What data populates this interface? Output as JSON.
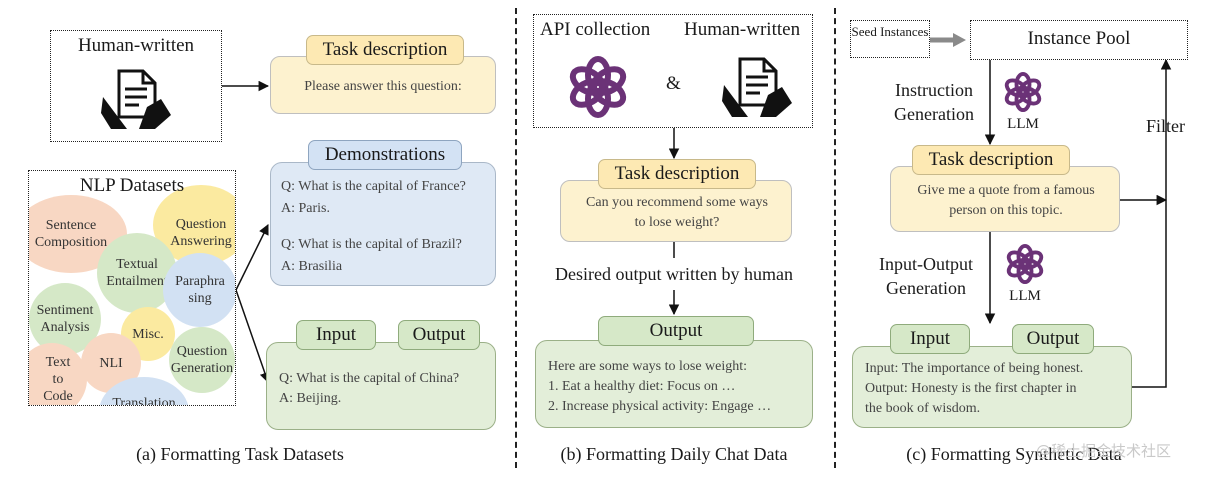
{
  "panel_a": {
    "human_written_label": "Human-written",
    "task_description_label": "Task description",
    "task_description_text": "Please answer this question:",
    "nlp_datasets_label": "NLP  Datasets",
    "datasets": [
      "Sentence Composition",
      "Question Answering",
      "Textual Entailment",
      "Paraphra sing",
      "Sentiment Analysis",
      "Misc.",
      "Text to Code",
      "NLI",
      "Question Generation",
      "Translation"
    ],
    "demonstrations_label": "Demonstrations",
    "demo_lines": [
      "Q: What is the capital of France?",
      "A: Paris.",
      "Q: What is the capital of Brazil?",
      "A: Brasilia"
    ],
    "input_label": "Input",
    "output_label": "Output",
    "io_lines": [
      "Q: What is the capital of China?",
      "A: Beijing."
    ],
    "caption": "(a) Formatting Task Datasets"
  },
  "panel_b": {
    "api_collection_label": "API collection",
    "amp": "&",
    "human_written_label": "Human-written",
    "task_description_label": "Task description",
    "task_description_text": "Can you recommend some ways to lose weight?",
    "desired_output_label": "Desired output written by human",
    "output_label": "Output",
    "output_lines": [
      "Here are some ways to lose weight:",
      "1. Eat a healthy diet: Focus on …",
      "2. Increase physical activity: Engage …"
    ],
    "caption": "(b) Formatting Daily Chat Data"
  },
  "panel_c": {
    "seed_instances_label": "Seed Instances",
    "instance_pool_label": "Instance Pool",
    "instruction_generation_label": "Instruction Generation",
    "llm_label_1": "LLM",
    "filter_label": "Filter",
    "task_description_label": "Task description",
    "task_description_text": "Give me a quote from a famous person on this topic.",
    "io_generation_label": "Input-Output Generation",
    "llm_label_2": "LLM",
    "input_label": "Input",
    "output_label": "Output",
    "io_lines": [
      "Input: The importance of being honest.",
      "Output: Honesty is the first chapter in",
      "the book of wisdom."
    ],
    "caption": "(c) Formatting Synthetic Data"
  },
  "watermark": "@稀土掘金技术社区",
  "colors": {
    "yellow_box": "#fdf2cf",
    "blue_box": "#dfe9f5",
    "green_box": "#e3eed9",
    "openai_purple": "#6b3277"
  },
  "icons": [
    "document-hand-icon",
    "openai-logo-icon"
  ]
}
